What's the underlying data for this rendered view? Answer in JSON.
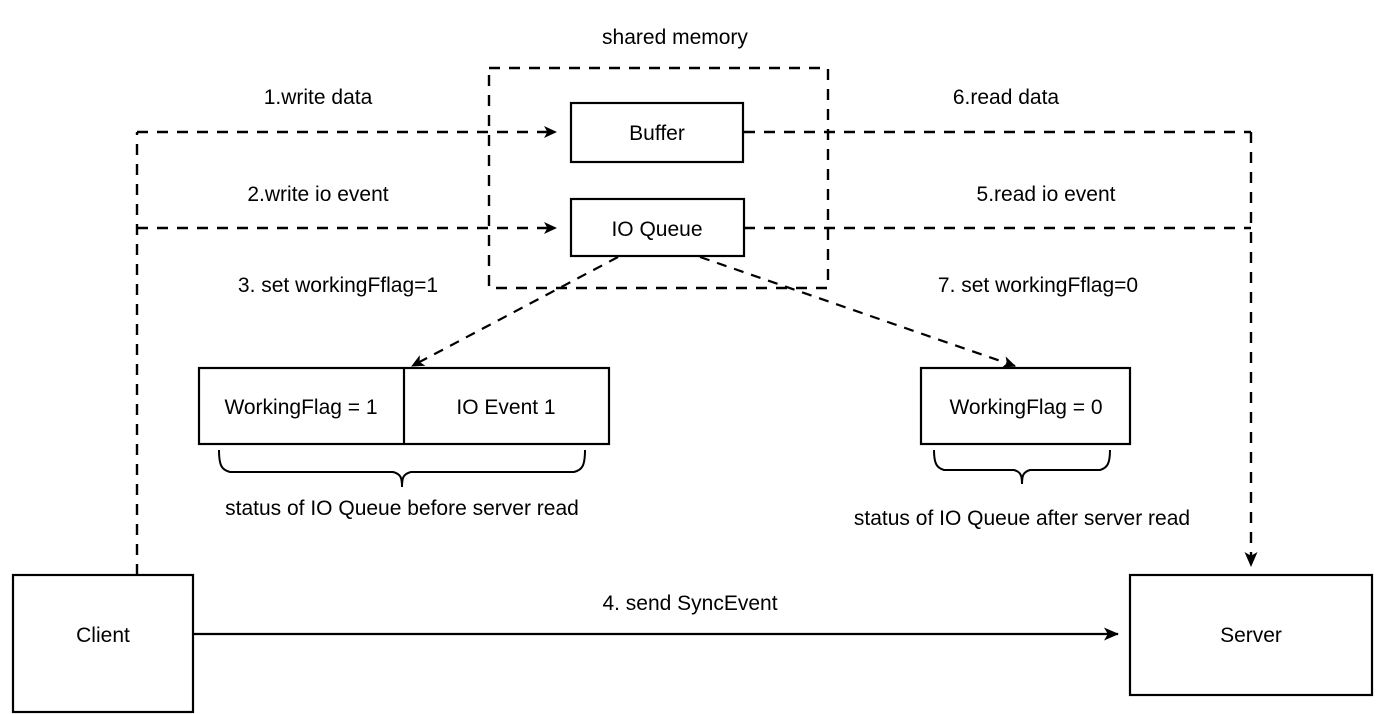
{
  "diagram": {
    "title_label": "shared memory",
    "nodes": {
      "buffer": {
        "label": "Buffer"
      },
      "io_queue": {
        "label": "IO Queue"
      },
      "client": {
        "label": "Client"
      },
      "server": {
        "label": "Server"
      },
      "working_flag_1": {
        "label": "WorkingFlag = 1"
      },
      "io_event_1": {
        "label": "IO Event 1"
      },
      "working_flag_0": {
        "label": "WorkingFlag = 0"
      }
    },
    "steps": {
      "step1": "1.write data",
      "step2": "2.write io event",
      "step3": "3. set workingFflag=1",
      "step4": "4. send SyncEvent",
      "step5": "5.read io event",
      "step6": "6.read data",
      "step7": "7. set workingFflag=0"
    },
    "captions": {
      "before": "status of IO Queue before server read",
      "after": "status of IO Queue after server read"
    },
    "colors": {
      "stroke": "#000000",
      "fill": "#ffffff",
      "text": "#000000"
    }
  }
}
